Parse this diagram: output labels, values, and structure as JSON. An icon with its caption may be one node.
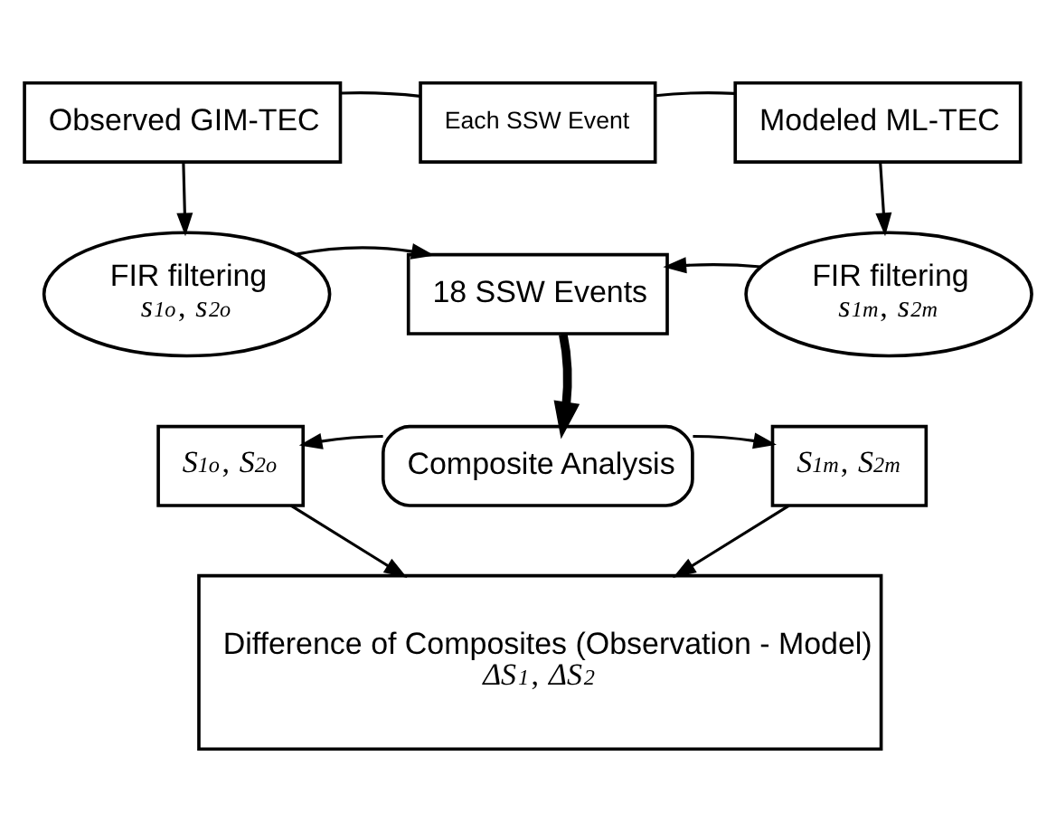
{
  "diagram": {
    "nodes": [
      {
        "text": [
          "Observed GIM-TEC"
        ]
      },
      {
        "text": [
          "Each SSW Event"
        ]
      },
      {
        "text": [
          "Modeled ML-TEC"
        ]
      },
      {
        "text": [
          "FIR filtering",
          "*s*$_{1o}$, *s*$_{2o}$"
        ]
      },
      {
        "text": [
          "18 SSW Events"
        ]
      },
      {
        "text": [
          "FIR filtering",
          "*s*$_{1m}$, *s*$_{2m}$"
        ]
      },
      {
        "text": [
          "*S*$_{1o}$, *S*$_{2o}$"
        ]
      },
      {
        "text": [
          "Composite Analysis"
        ]
      },
      {
        "text": [
          "*S*$_{1m}$, *S*$_{2m}$"
        ]
      },
      {
        "text": [
          "Difference of Composites (Observation - Model)",
          "*ΔS*$_{1}$, *ΔS*$_{2}$"
        ]
      }
    ],
    "edges": [
      {
        "from": 0,
        "to": 1,
        "arrow": "none"
      },
      {
        "from": 1,
        "to": 2,
        "arrow": "none"
      },
      {
        "from": 0,
        "to": 3,
        "arrow": "to"
      },
      {
        "from": 2,
        "to": 5,
        "arrow": "to"
      },
      {
        "from": 3,
        "to": 4,
        "arrow": "to"
      },
      {
        "from": 5,
        "to": 4,
        "arrow": "to"
      },
      {
        "from": 4,
        "to": 7,
        "arrow": "to",
        "style": "thick"
      },
      {
        "from": 7,
        "to": 6,
        "arrow": "to"
      },
      {
        "from": 7,
        "to": 8,
        "arrow": "to"
      },
      {
        "from": 6,
        "to": 9,
        "arrow": "to"
      },
      {
        "from": 8,
        "to": 9,
        "arrow": "to"
      }
    ]
  }
}
